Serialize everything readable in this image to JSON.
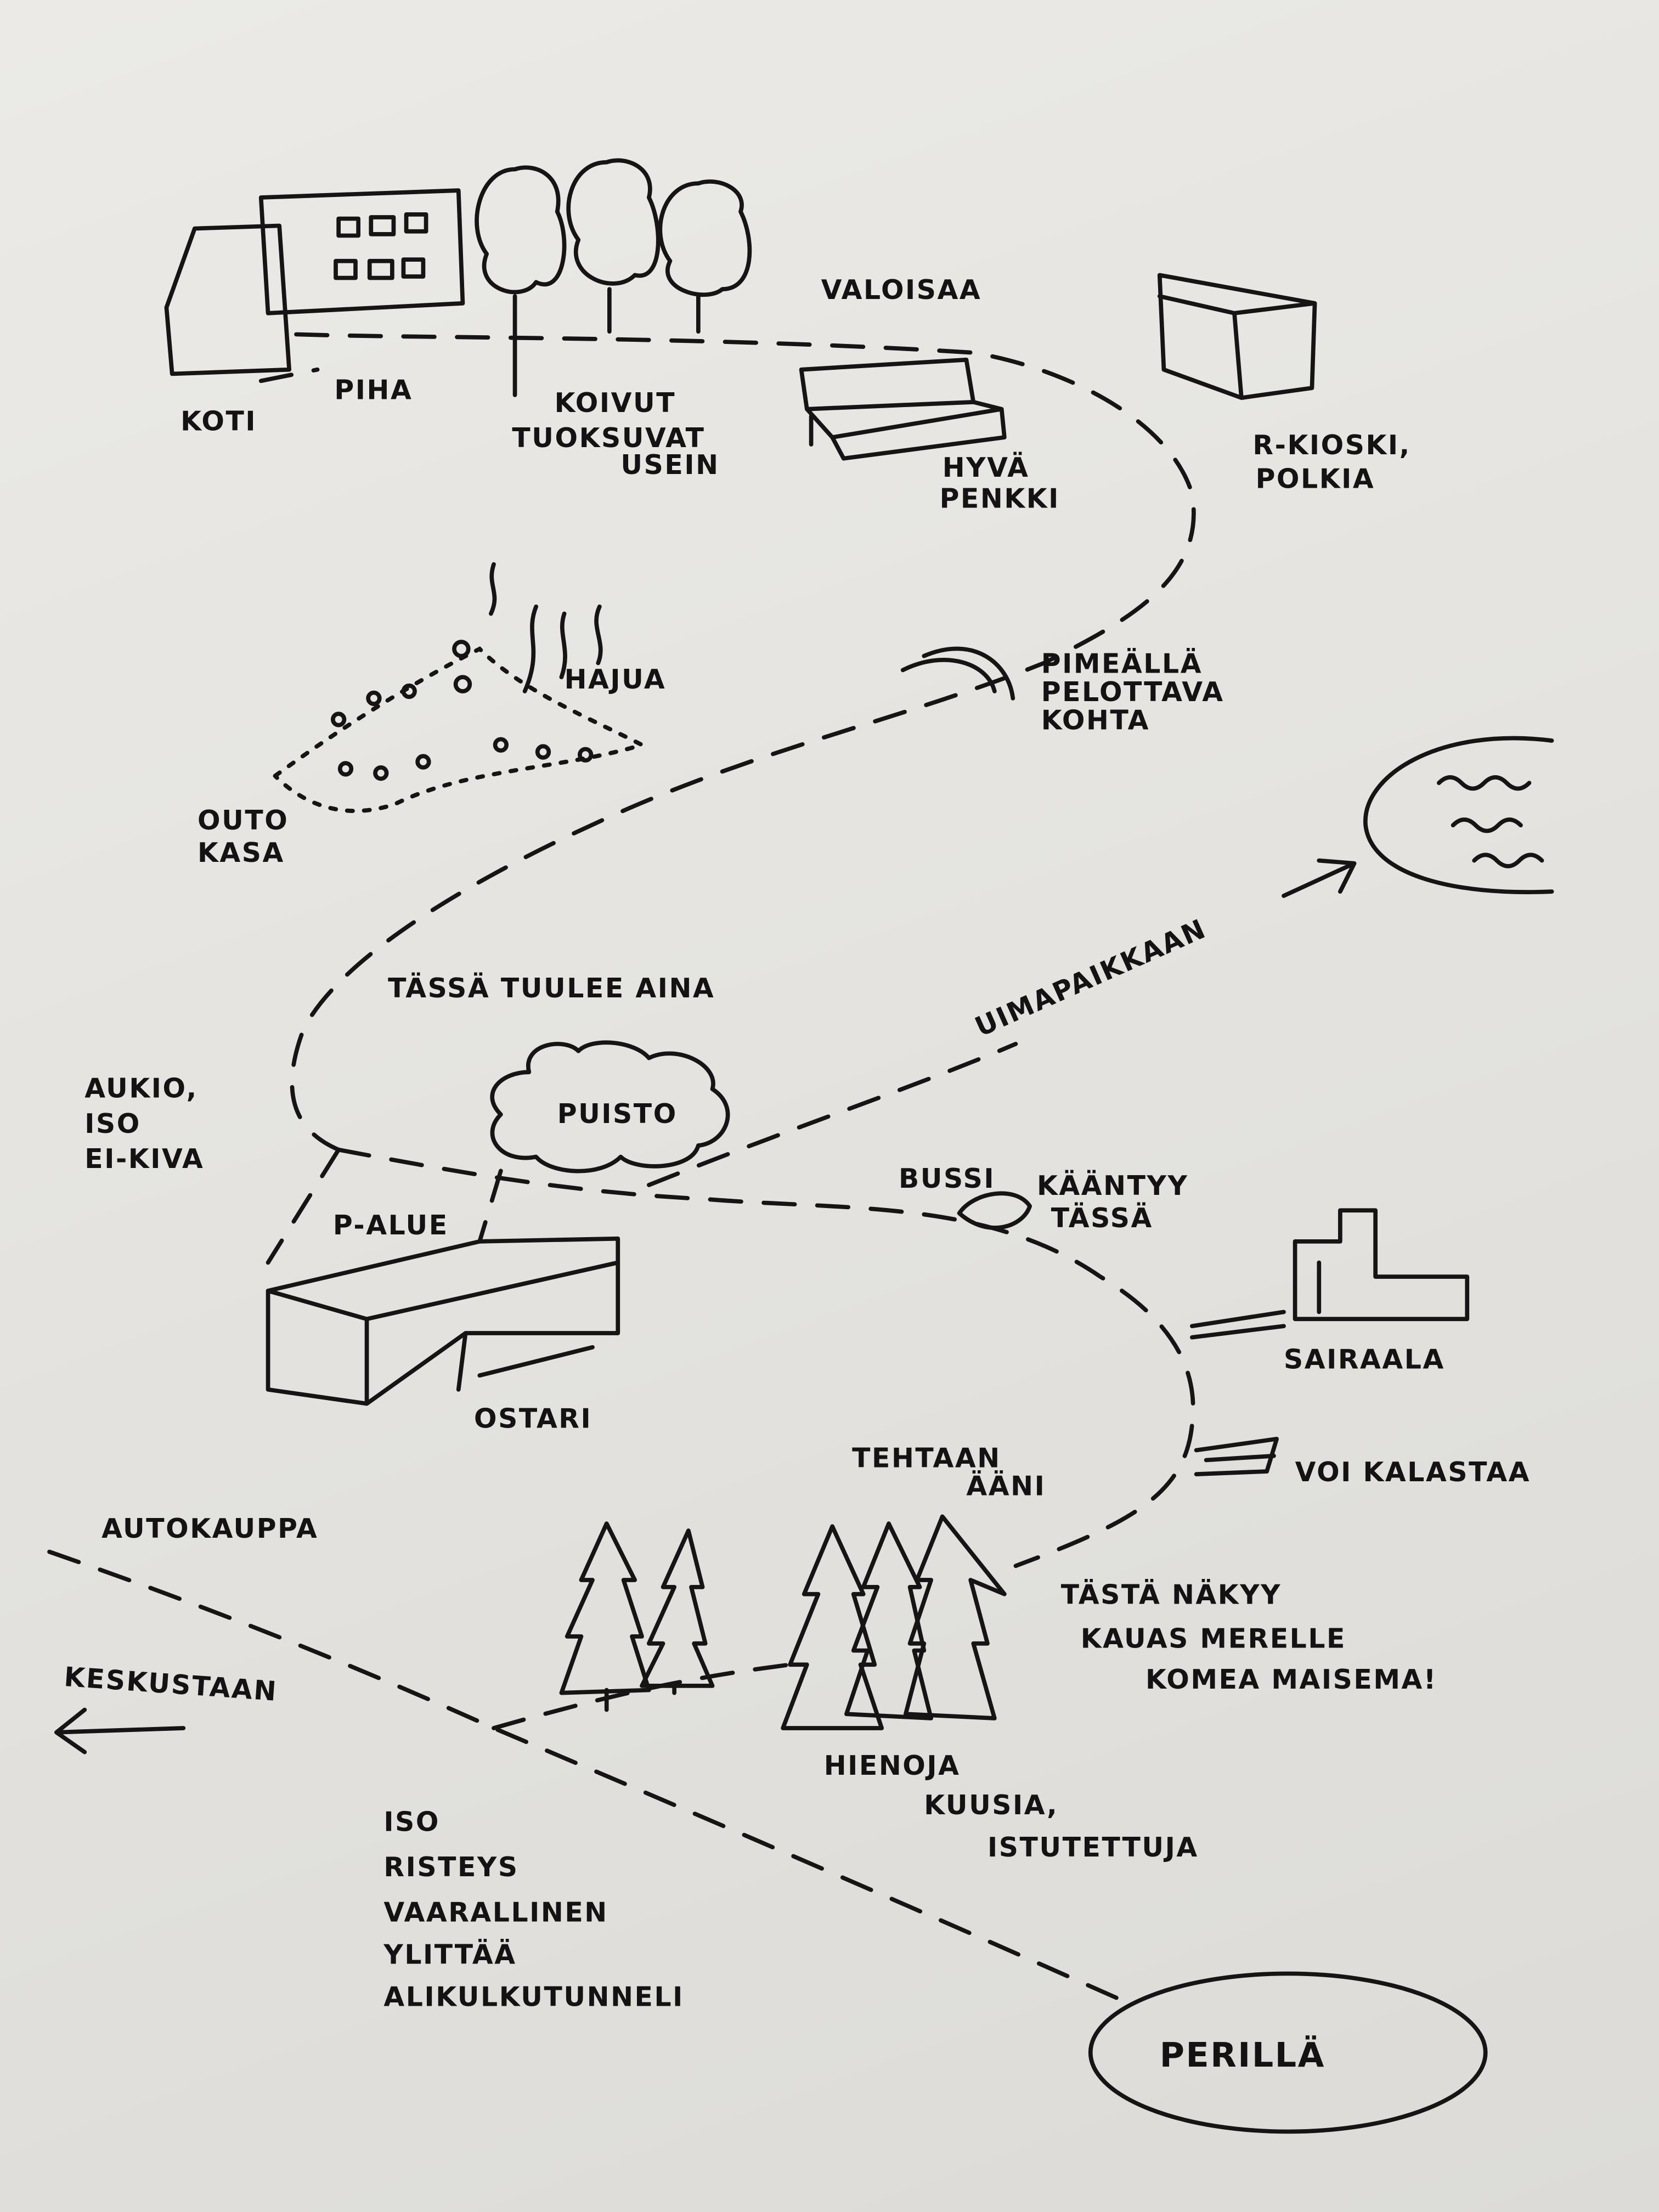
{
  "map": {
    "labels": {
      "koti": "KOTI",
      "piha": "PIHA",
      "koivut": "KOIVUT",
      "tuoksuvat": "TUOKSUVAT",
      "usein": "USEIN",
      "valoisaa": "VALOISAA",
      "hyva": "HYVÄ",
      "penkki": "PENKKI",
      "rkioski": "R-KIOSKI,",
      "polkia": "POLKIA",
      "pimealla": "PIMEÄLLÄ",
      "pelottava": "PELOTTAVA",
      "kohta": "KOHTA",
      "hajua": "HAJUA",
      "outo": "OUTO",
      "kasa": "KASA",
      "tassa_tuulee": "TÄSSÄ TUULEE AINA",
      "uimapaikkaan": "UIMAPAIKKAAN",
      "aukio": "AUKIO,",
      "aukio_iso": "ISO",
      "ei_kiva": "EI-KIVA",
      "puisto": "PUISTO",
      "p_alue": "P-ALUE",
      "bussi": "BUSSI",
      "kaantyy": "KÄÄNTYY",
      "tassa": "TÄSSÄ",
      "sairaala": "SAIRAALA",
      "ostari": "OSTARI",
      "tehtaan": "TEHTAAN",
      "aani": "ÄÄNI",
      "voi_kalastaa": "VOI KALASTAA",
      "autokauppa": "AUTOKAUPPA",
      "tasta_nakyy": "TÄSTÄ NÄKYY",
      "kauas_merelle": "KAUAS MERELLE",
      "komea_maisema": "KOMEA MAISEMA!",
      "keskustaan": "KESKUSTAAN",
      "hienoja": "HIENOJA",
      "kuusia": "KUUSIA,",
      "istutettuja": "ISTUTETTUJA",
      "risteys_lines": [
        "ISO",
        "RISTEYS",
        "VAARALLINEN",
        "YLITTÄÄ",
        "ALIKULKUTUNNELI"
      ],
      "perilla": "PERILLÄ"
    },
    "colors": {
      "ink": "#161414",
      "paper": "#e6e5e1"
    }
  }
}
